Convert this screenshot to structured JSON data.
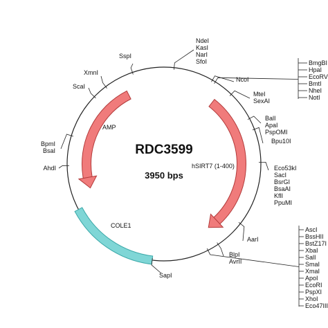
{
  "plasmid": {
    "name": "RDC3599",
    "size_label": "3950 bps",
    "length_bp": 3950
  },
  "colors": {
    "backbone": "#222222",
    "arrow_fill": "#f07b7b",
    "arrow_stroke": "#b23a3a",
    "cole1_fill": "#7fd6d6",
    "cole1_stroke": "#3aa8a8",
    "tick": "#222222"
  },
  "features": [
    {
      "name": "AMP",
      "kind": "arrow",
      "start_deg": 333,
      "end_deg": 252,
      "direction": "ccw"
    },
    {
      "name": "hSIRT7 (1-400)",
      "kind": "arrow",
      "start_deg": 38,
      "end_deg": 145,
      "direction": "cw"
    },
    {
      "name": "COLE1",
      "kind": "block",
      "start_deg": 187,
      "end_deg": 242
    }
  ],
  "site_groups": [
    {
      "sites": [
        "NdeI",
        "KasI",
        "NarI",
        "SfoI"
      ],
      "cut_deg": 6
    },
    {
      "sites": [
        "NcoI"
      ],
      "cut_deg": 30
    },
    {
      "sites": [
        "BmgBI",
        "HpaI",
        "EcoRV",
        "BmtI",
        "NheI",
        "NotI"
      ],
      "cut_deg": 32
    },
    {
      "sites": [
        "MteI",
        "SexAI"
      ],
      "cut_deg": 44
    },
    {
      "sites": [
        "BalI",
        "ApaI",
        "PspOMI"
      ],
      "cut_deg": 62
    },
    {
      "sites": [
        "Bpu10I"
      ],
      "cut_deg": 69
    },
    {
      "sites": [
        "Eco53kI",
        "SacI",
        "BsrGI",
        "BsaAI",
        "KflI",
        "PpuMI"
      ],
      "cut_deg": 89
    },
    {
      "sites": [
        "AarI"
      ],
      "cut_deg": 128
    },
    {
      "sites": [
        "BlpI",
        "AvrII"
      ],
      "cut_deg": 146
    },
    {
      "sites": [
        "AscI",
        "BssHII",
        "BstZ17I",
        "XbaI",
        "SalI",
        "SmaI",
        "XmaI",
        "ApoI",
        "EcoRI",
        "PspXI",
        "XhoI",
        "Eco47III"
      ],
      "cut_deg": 153
    },
    {
      "sites": [
        "SapI"
      ],
      "cut_deg": 187
    },
    {
      "sites": [
        "AhdI"
      ],
      "cut_deg": 269
    },
    {
      "sites": [
        "BpmI",
        "BsaI"
      ],
      "cut_deg": 287
    },
    {
      "sites": [
        "ScaI"
      ],
      "cut_deg": 314
    },
    {
      "sites": [
        "XmnI"
      ],
      "cut_deg": 323
    },
    {
      "sites": [
        "SspI"
      ],
      "cut_deg": 341
    }
  ]
}
